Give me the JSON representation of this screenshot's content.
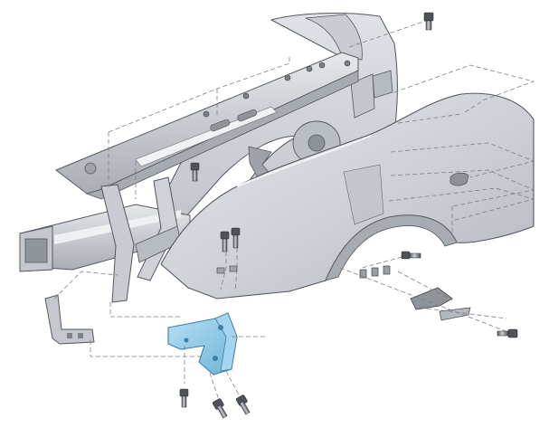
{
  "diagram": {
    "type": "exploded-assembly",
    "text_labels": [],
    "colors": {
      "panel_fill": "#d2d5da",
      "panel_light": "#e4e6ea",
      "panel_dark": "#a9adb4",
      "outline": "#55585e",
      "leader": "#7d8087",
      "highlight_bracket": "#8fc9e8",
      "highlight_outline": "#3e7fa6"
    },
    "parts": [
      {
        "id": "front-fender-panel"
      },
      {
        "id": "inner-wheelhouse-apron"
      },
      {
        "id": "upper-rail-reinforcement"
      },
      {
        "id": "front-frame-rail"
      },
      {
        "id": "vertical-apron-brace"
      },
      {
        "id": "fender-mounting-bracket-highlighted"
      },
      {
        "id": "lower-corner-bracket"
      },
      {
        "id": "rear-lower-fender-bracket"
      },
      {
        "id": "bolt-top-right"
      },
      {
        "id": "bolt-center"
      },
      {
        "id": "bolt-pair-center"
      },
      {
        "id": "bolt-right-mid"
      },
      {
        "id": "bolt-right-bottom"
      },
      {
        "id": "bolt-group-bottom"
      },
      {
        "id": "clip-nut-set"
      }
    ]
  }
}
